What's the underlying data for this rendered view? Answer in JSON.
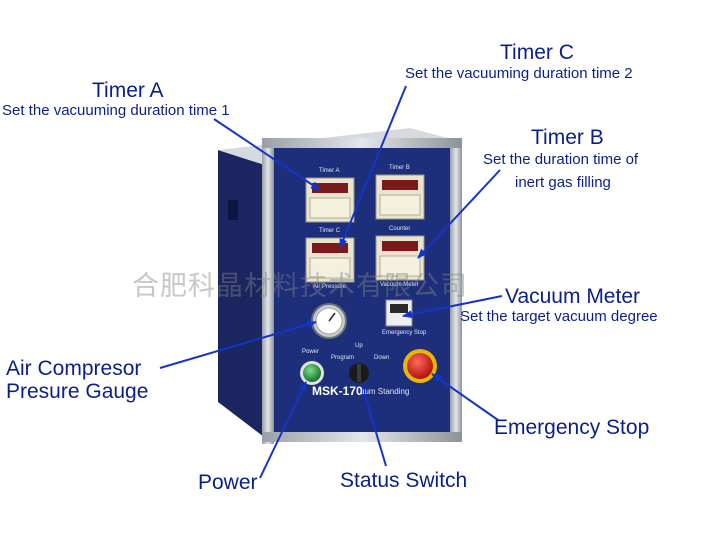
{
  "colors": {
    "panel": "#1d2f7a",
    "frame": "#c9cdd2",
    "label": "#0b1f8a",
    "arrow": "#1433c8",
    "stop_red": "#d01818",
    "power_green": "#1f9a3a"
  },
  "labels": {
    "timer_a_title": "Timer A",
    "timer_a_desc": "Set the vacuuming duration time 1",
    "timer_c_title": "Timer C",
    "timer_c_desc": "Set the vacuuming duration time 2",
    "timer_b_title": "Timer B",
    "timer_b_desc_1": "Set the duration time of",
    "timer_b_desc_2": "inert gas filling",
    "vacuum_meter_title": "Vacuum Meter",
    "vacuum_meter_desc": "Set the target vacuum degree",
    "air_gauge_line1": "Air Compresor",
    "air_gauge_line2": "Presure Gauge",
    "emergency_stop": "Emergency Stop",
    "power": "Power",
    "status_switch": "Status Switch"
  },
  "panel_labels": {
    "timer_a": "Timer A",
    "timer_b": "Timer B",
    "timer_c": "Timer C",
    "counter": "Counter",
    "air_pressure": "Air Pressure",
    "vacuum_meter": "Vacuum Meter",
    "emergency_stop": "Emergency Stop",
    "power": "Power",
    "program": "Program",
    "up": "Up",
    "down": "Down"
  },
  "device": {
    "model": "MSK-170",
    "subtitle": "uum Standing"
  },
  "watermark": "合肥科晶材料技术有限公司"
}
